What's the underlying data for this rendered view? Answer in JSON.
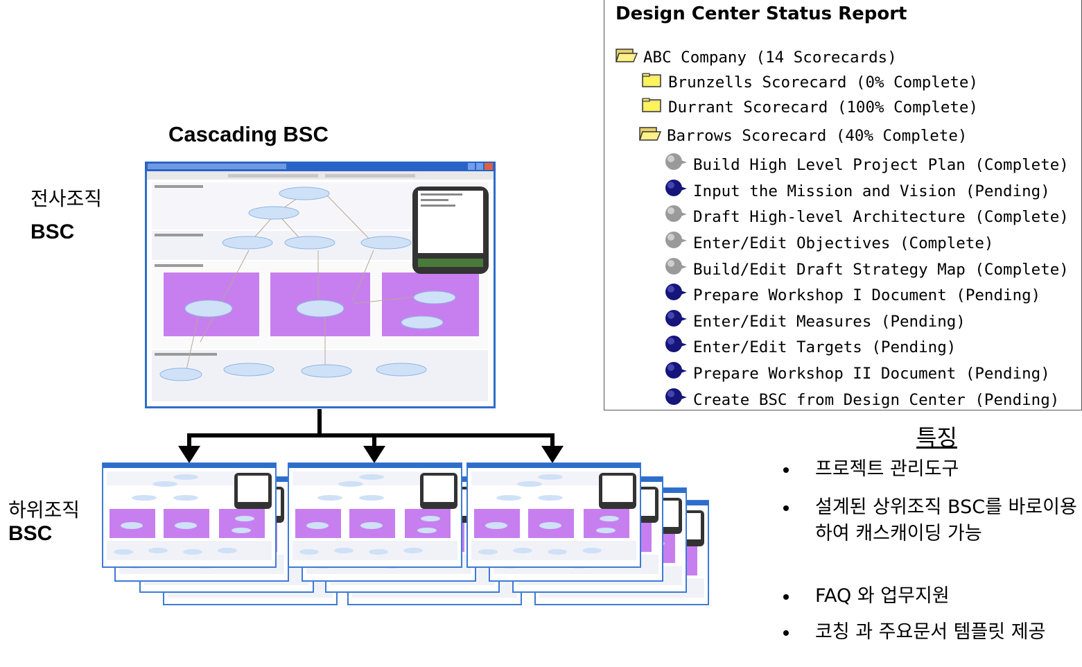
{
  "cascading_title": "Cascading BSC",
  "top_org_label": "전사조직",
  "top_org_bsc": "BSC",
  "sub_org_label": "하위조직",
  "sub_org_bsc": "BSC",
  "report": {
    "title": "Design Center Status Report",
    "items": [
      {
        "label": "ABC Company (14 Scorecards)",
        "icon": "open-folder-icon"
      },
      {
        "label": "Brunzells Scorecard (0% Complete)",
        "icon": "folder-icon"
      },
      {
        "label": "Durrant Scorecard (100% Complete)",
        "icon": "folder-icon"
      },
      {
        "label": "Barrows Scorecard (40% Complete)",
        "icon": "open-folder-icon"
      },
      {
        "label": "Build High Level Project Plan (Complete)",
        "icon": "gray-bullet-icon"
      },
      {
        "label": "Input the Mission and Vision (Pending)",
        "icon": "blue-bullet-icon"
      },
      {
        "label": "Draft High-level Architecture (Complete)",
        "icon": "gray-bullet-icon"
      },
      {
        "label": "Enter/Edit Objectives (Complete)",
        "icon": "gray-bullet-icon"
      },
      {
        "label": "Build/Edit Draft Strategy Map (Complete)",
        "icon": "gray-bullet-icon"
      },
      {
        "label": "Prepare Workshop I Document (Pending)",
        "icon": "blue-bullet-icon"
      },
      {
        "label": "Enter/Edit Measures (Pending)",
        "icon": "blue-bullet-icon"
      },
      {
        "label": "Enter/Edit Targets (Pending)",
        "icon": "blue-bullet-icon"
      },
      {
        "label": "Prepare Workshop II Document (Pending)",
        "icon": "blue-bullet-icon"
      },
      {
        "label": "Create BSC from Design Center (Pending)",
        "icon": "blue-bullet-icon"
      }
    ]
  },
  "features": {
    "title": "특징",
    "items": [
      "프로젝트 관리도구",
      "설계된 상위조직 BSC를 바로이용하여 캐스캐이딩 가능",
      "FAQ 와 업무지원",
      "코칭 과 주요문서 템플릿 제공"
    ]
  },
  "colors": {
    "purple_box": "#c77ff0",
    "window_blue": "#2d6ecb",
    "gray_bullet": "#9a9a9a",
    "blue_bullet": "#15157a"
  }
}
